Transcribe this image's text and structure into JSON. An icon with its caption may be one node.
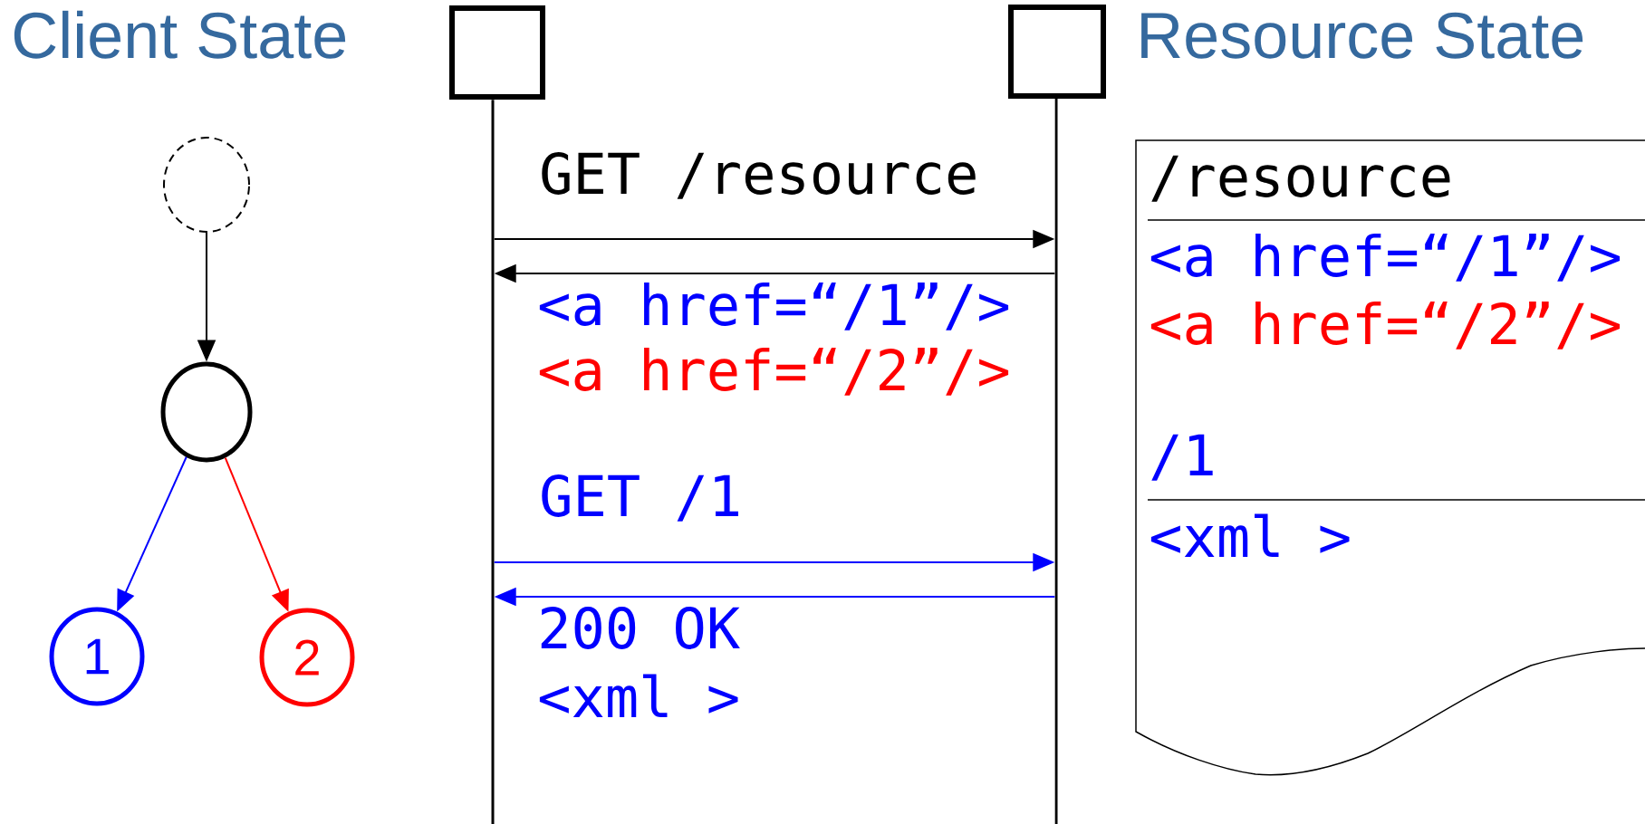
{
  "diagram": {
    "nodes": [
      {
        "text": [],
        "shape": "box"
      },
      {
        "text": [],
        "shape": "box"
      },
      {
        "text": [],
        "shape": "bar"
      },
      {
        "text": [],
        "shape": "bar"
      },
      {
        "text": [],
        "shape": "circle"
      },
      {
        "text": [],
        "shape": "circle"
      },
      {
        "text": [
          "1"
        ]
      },
      {
        "text": [
          "2"
        ]
      },
      {
        "text": [
          "/resource",
          "<a href=“/1”/>",
          "<a href=“/2”/>",
          "/1",
          "<xml >"
        ]
      }
    ],
    "edges": [
      {
        "from": 4,
        "to": 5,
        "arrow": "to"
      },
      {
        "from": 5,
        "to": 6,
        "arrow": "to",
        "color": "#0000ff"
      },
      {
        "from": 5,
        "to": 7,
        "arrow": "to",
        "color": "#ff0000"
      },
      {
        "from": 2,
        "to": 3,
        "arrow": "to",
        "label": "GET /resource"
      },
      {
        "from": 3,
        "to": 2,
        "arrow": "to"
      },
      {
        "from": 2,
        "to": 3,
        "arrow": "to",
        "label": "GET /1",
        "color": "#0000ff"
      },
      {
        "from": 3,
        "to": 2,
        "arrow": "to",
        "color": "#0000ff"
      }
    ],
    "labels": [
      "Client State",
      "Resource State",
      "<a href=“/1”/>",
      "<a href=“/2”/>",
      "200 OK",
      "<xml >"
    ]
  }
}
